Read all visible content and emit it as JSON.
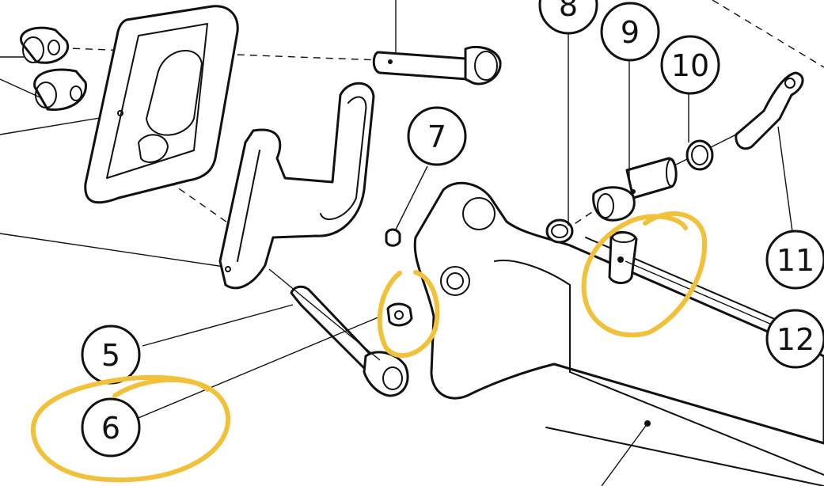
{
  "callouts": {
    "c5": "5",
    "c6": "6",
    "c7": "7",
    "c8": "8",
    "c9": "9",
    "c10": "10",
    "c11": "11",
    "c12": "12"
  },
  "colors": {
    "line": "#111111",
    "highlight": "#f1c13a",
    "background": "#ffffff"
  }
}
